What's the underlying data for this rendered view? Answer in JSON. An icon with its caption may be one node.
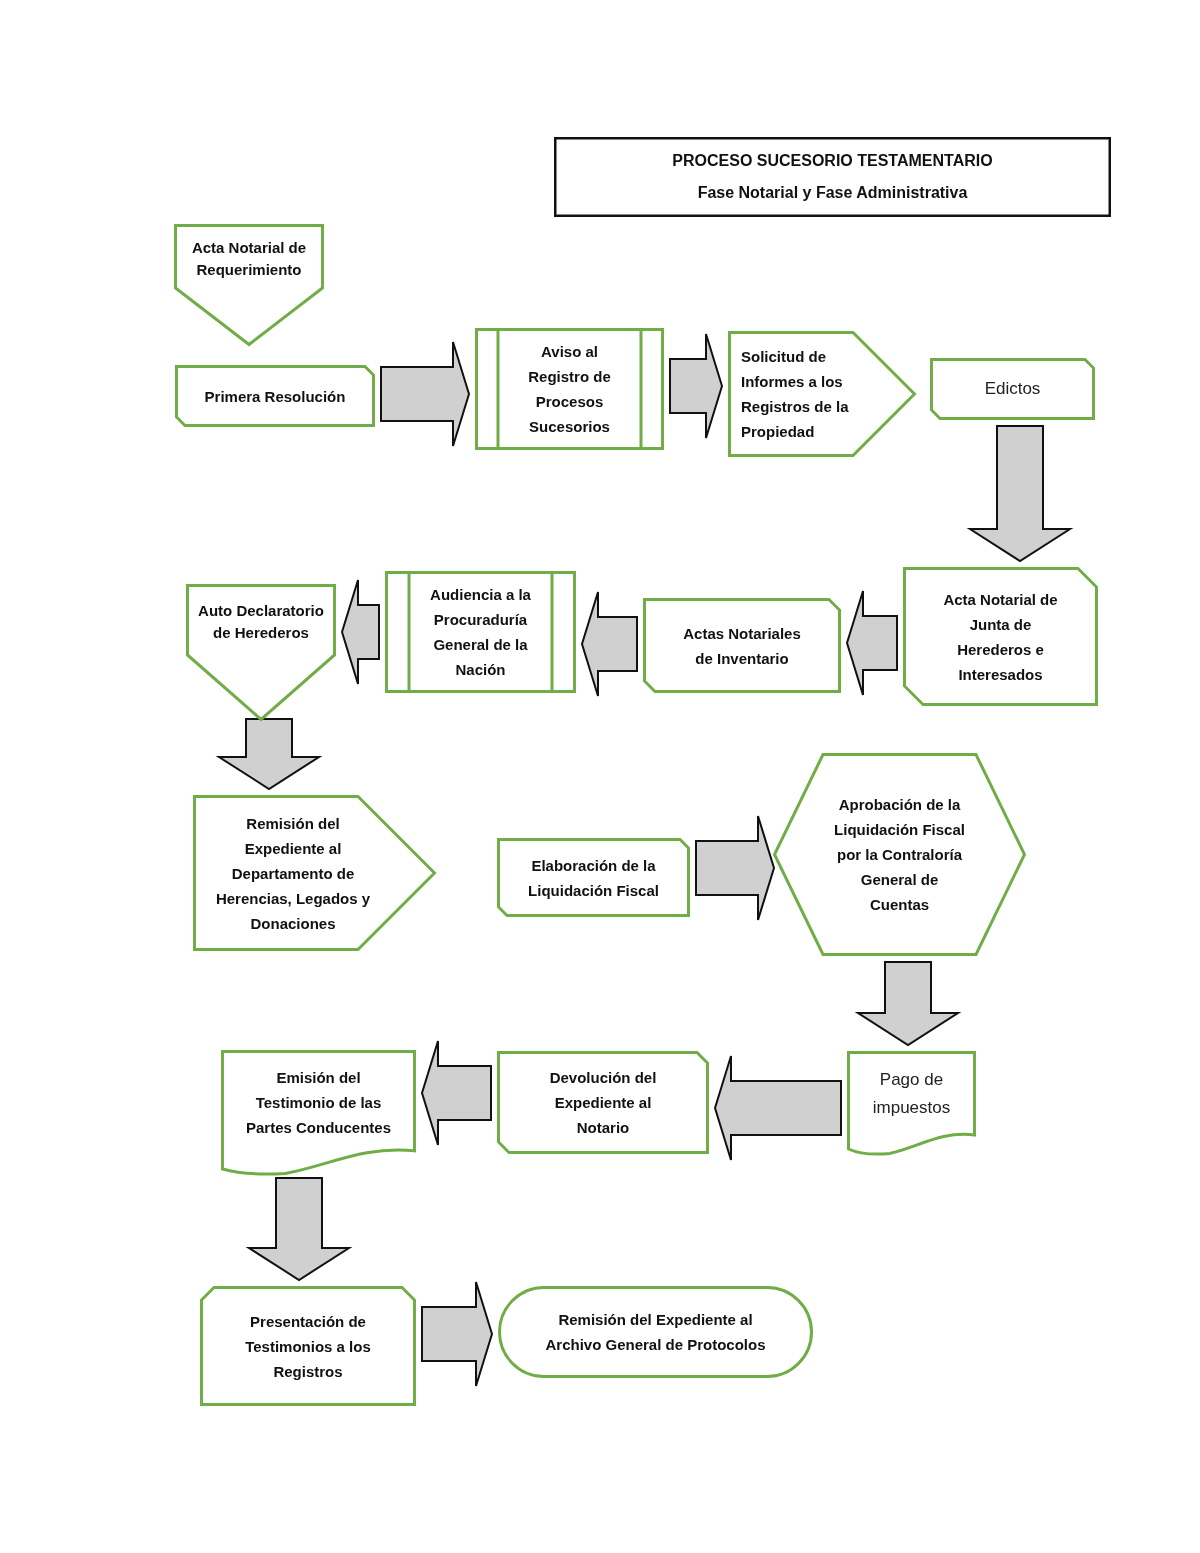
{
  "diagram": {
    "nodes": [
      {
        "text": [
          "PROCESO SUCESORIO TESTAMENTARIO",
          "Fase Notarial y Fase Administrativa"
        ]
      },
      {
        "text": [
          "Acta Notarial de Requerimiento"
        ]
      },
      {
        "text": [
          "Primera Resolución"
        ]
      },
      {
        "text": [
          "Aviso al Registro de Procesos Sucesorios"
        ]
      },
      {
        "text": [
          "Solicitud de Informes a los Registros de la Propiedad"
        ]
      },
      {
        "text": [
          "Edictos"
        ]
      },
      {
        "text": [
          "Auto Declaratorio de Herederos"
        ]
      },
      {
        "text": [
          "Audiencia a la Procuraduría General de la Nación"
        ]
      },
      {
        "text": [
          "Actas Notariales de Inventario"
        ]
      },
      {
        "text": [
          "Acta Notarial de Junta de Herederos e Interesados"
        ]
      },
      {
        "text": [
          "Remisión del Expediente al Departamento de Herencias, Legados y Donaciones"
        ]
      },
      {
        "text": [
          "Elaboración de la Liquidación Fiscal"
        ]
      },
      {
        "text": [
          "Aprobación de la Liquidación Fiscal por la Contraloría General de Cuentas"
        ]
      },
      {
        "text": [
          "Emisión del Testimonio de las Partes Conducentes"
        ]
      },
      {
        "text": [
          "Devolución del Expediente al Notario"
        ]
      },
      {
        "text": [
          "Pago de impuestos"
        ]
      },
      {
        "text": [
          "Presentación de Testimonios a los Registros"
        ]
      },
      {
        "text": [
          "Remisión del Expediente al Archivo General de Protocolos"
        ]
      }
    ],
    "edges": [
      {
        "from": 2,
        "to": 3,
        "arrow": "to"
      },
      {
        "from": 3,
        "to": 4,
        "arrow": "to"
      },
      {
        "from": 5,
        "to": 9,
        "arrow": "to"
      },
      {
        "from": 9,
        "to": 8,
        "arrow": "to"
      },
      {
        "from": 8,
        "to": 7,
        "arrow": "to"
      },
      {
        "from": 7,
        "to": 6,
        "arrow": "to"
      },
      {
        "from": 6,
        "to": 10,
        "arrow": "to"
      },
      {
        "from": 11,
        "to": 12,
        "arrow": "to"
      },
      {
        "from": 12,
        "to": 15,
        "arrow": "to"
      },
      {
        "from": 15,
        "to": 14,
        "arrow": "to"
      },
      {
        "from": 14,
        "to": 13,
        "arrow": "to"
      },
      {
        "from": 13,
        "to": 16,
        "arrow": "to"
      },
      {
        "from": 16,
        "to": 17,
        "arrow": "to"
      }
    ]
  }
}
